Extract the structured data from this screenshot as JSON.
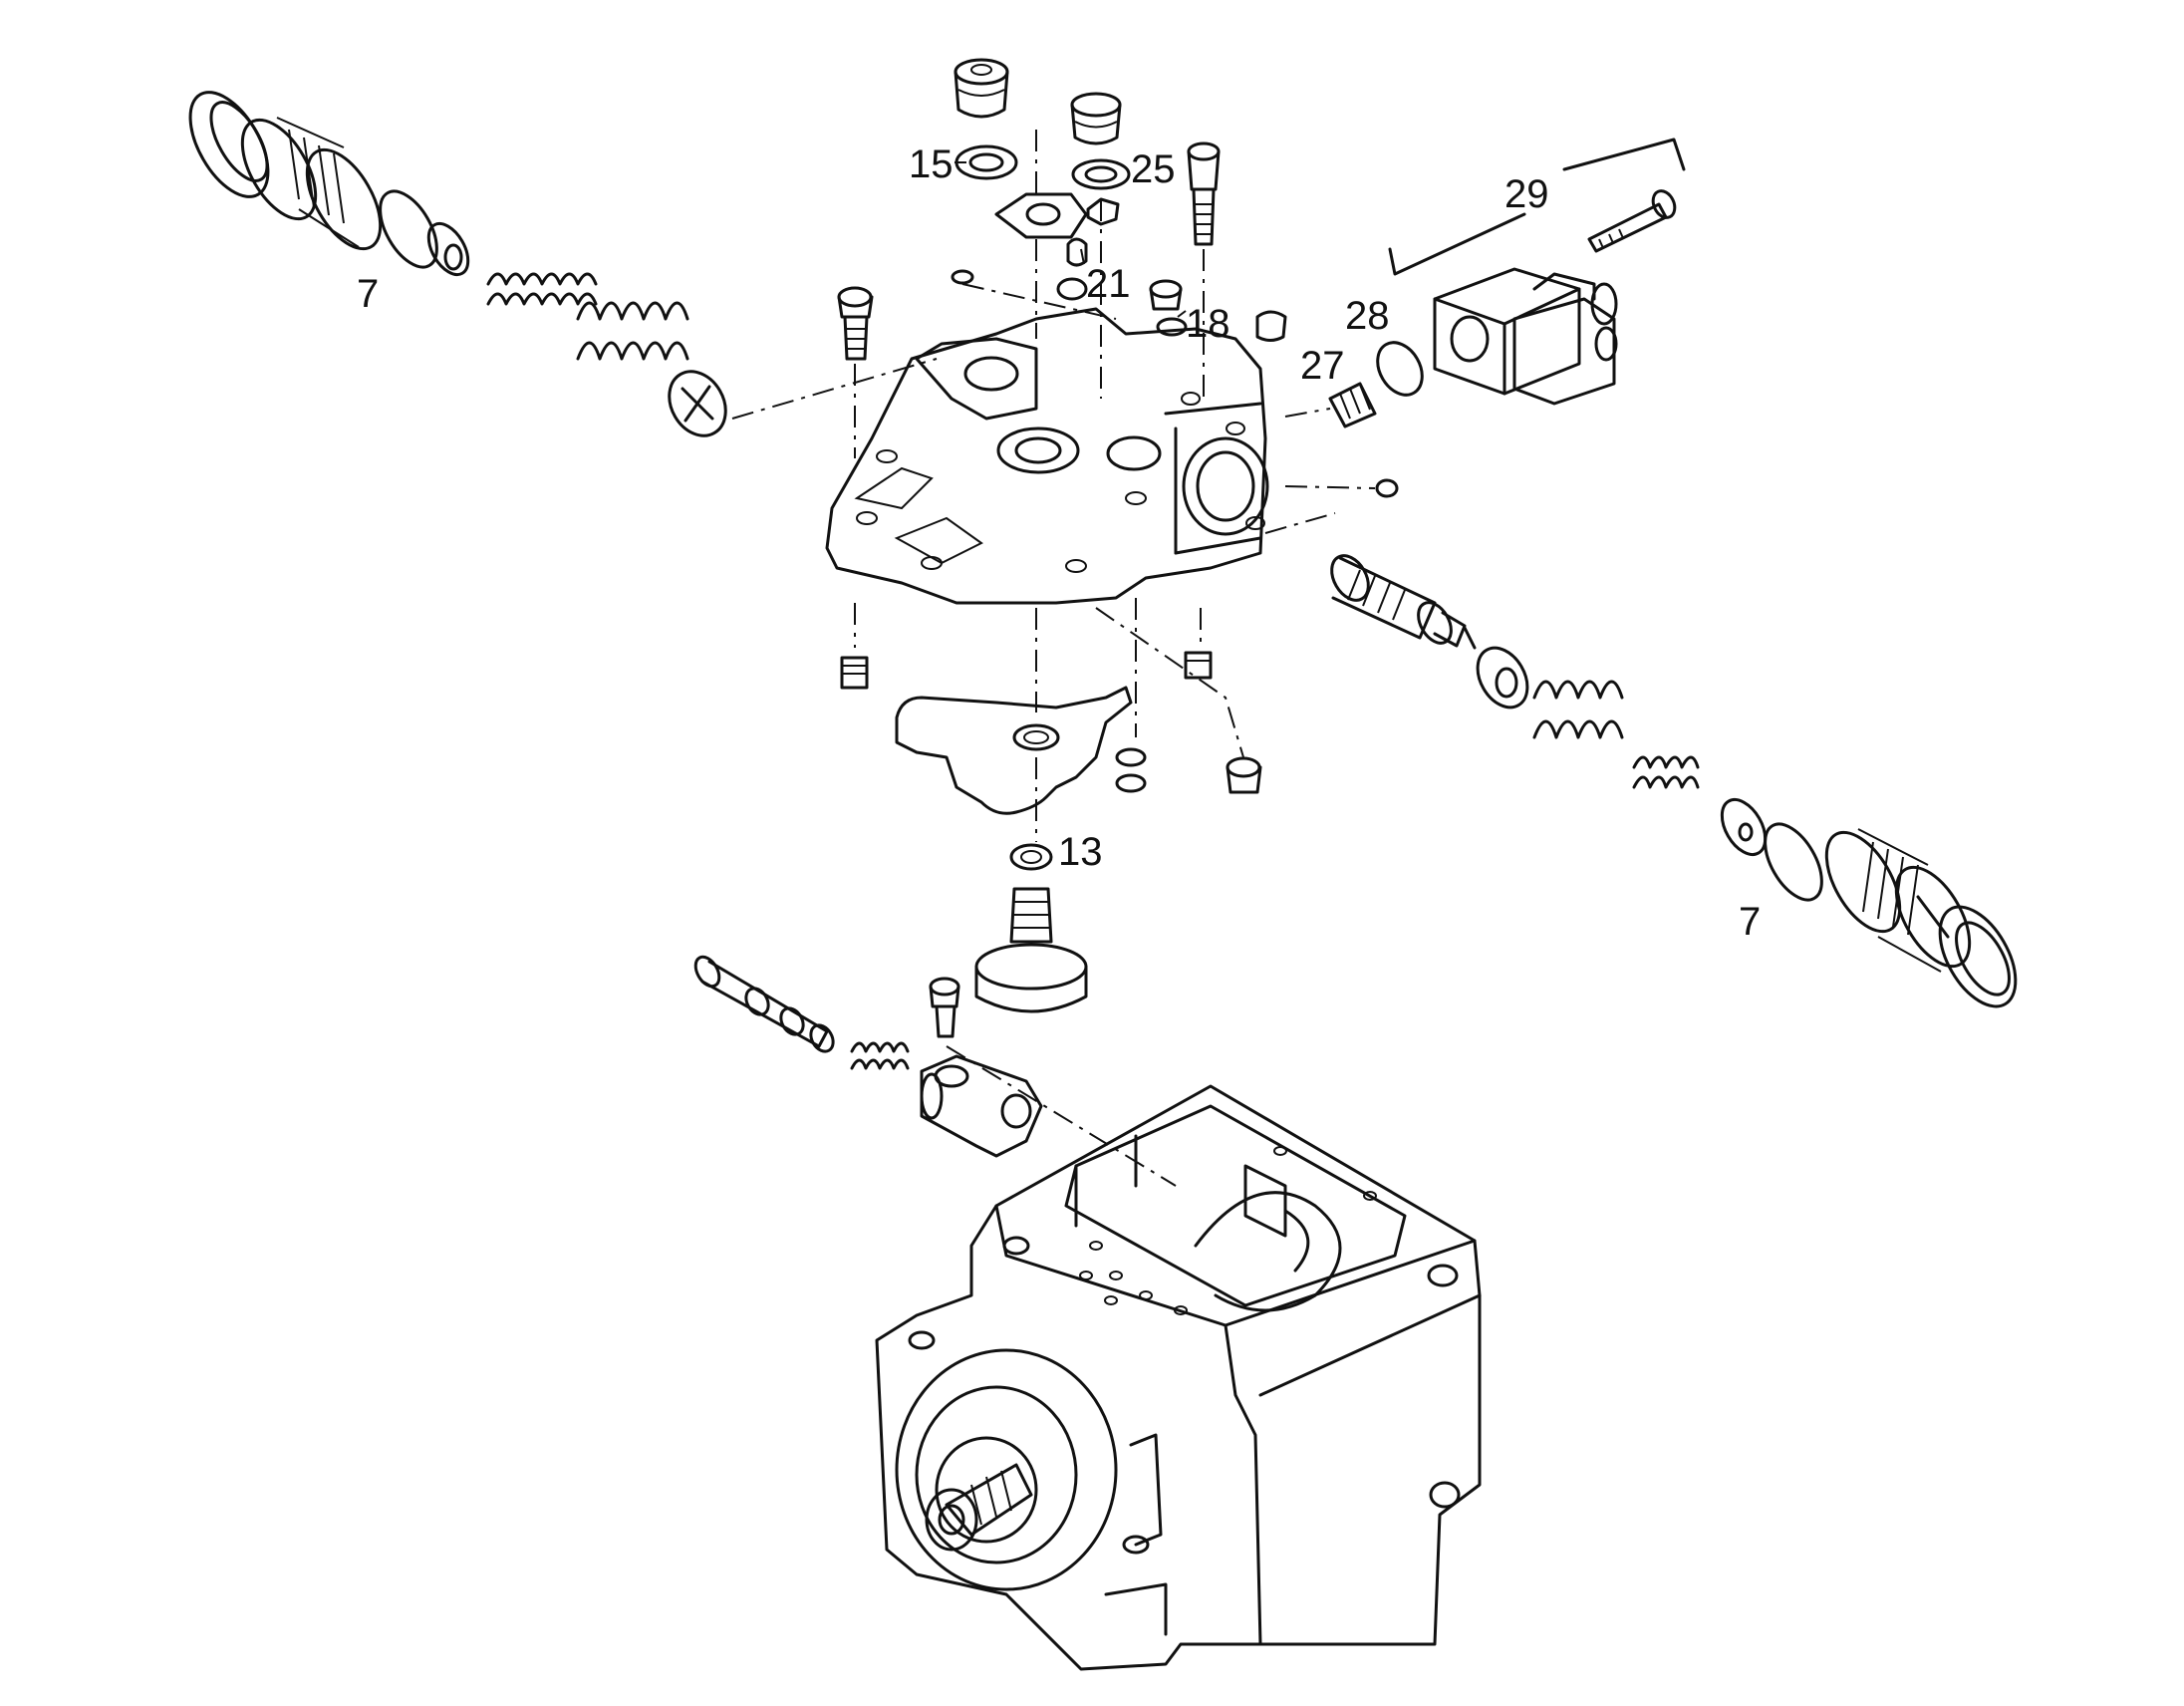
{
  "diagram": {
    "callouts": {
      "c7_left": "7",
      "c7_right": "7",
      "c13": "13",
      "c15": "15",
      "c18": "18",
      "c21": "21",
      "c25": "25",
      "c27": "27",
      "c28": "28",
      "c29": "29"
    },
    "line_color": "#111111",
    "background": "#ffffff"
  }
}
